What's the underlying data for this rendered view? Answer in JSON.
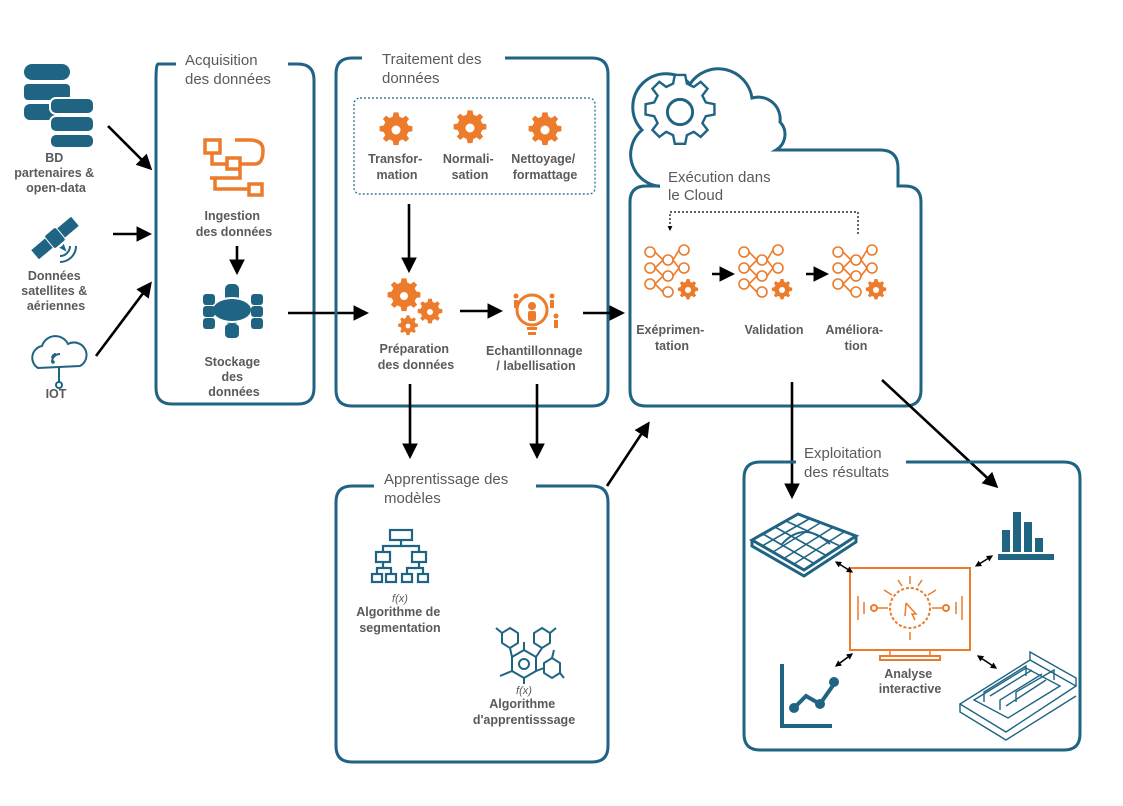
{
  "sources": {
    "bd": [
      "BD",
      "partenaires &",
      "open-data"
    ],
    "sat": [
      "Données",
      "satellites &",
      "aériennes"
    ],
    "iot": [
      "IOT"
    ]
  },
  "acquisition": {
    "title": [
      "Acquisition",
      "des données"
    ],
    "ingestion": [
      "Ingestion",
      "des données"
    ],
    "stockage": [
      "Stockage",
      "des",
      "données"
    ]
  },
  "traitement": {
    "title": [
      "Traitement des",
      "données"
    ],
    "transformation": [
      "Transfor-",
      "mation"
    ],
    "normalisation": [
      "Normali-",
      "sation"
    ],
    "nettoyage": [
      "Nettoyage/",
      "formattage"
    ],
    "preparation": [
      "Préparation",
      "des données"
    ],
    "echantillonnage": [
      "Echantillonnage",
      "/ labellisation"
    ]
  },
  "cloud": {
    "title": [
      "Exécution dans",
      "le Cloud"
    ],
    "experimentation": [
      "Exéprimen-",
      "tation"
    ],
    "validation": [
      "Validation"
    ],
    "amelioration": [
      "Améliora-",
      "tion"
    ]
  },
  "apprentissage": {
    "title": [
      "Apprentissage des",
      "modèles"
    ],
    "fx1": "f(x)",
    "segmentation": [
      "Algorithme de",
      "segmentation"
    ],
    "fx2": "f(x)",
    "algo_app": [
      "Algorithme",
      "d'apprentisssage"
    ]
  },
  "exploitation": {
    "title": [
      "Exploitation",
      "des résultats"
    ],
    "analyse": [
      "Analyse",
      "interactive"
    ]
  },
  "colors": {
    "teal": "#1f6483",
    "orange": "#ec7b2b",
    "text": "#5a5a5a"
  },
  "icons": [
    "database-icon",
    "satellite-icon",
    "iot-cloud-icon",
    "flow-icon",
    "storage-icon",
    "gear-icon",
    "gears-icon",
    "people-bulb-icon",
    "neural-network-icon",
    "hierarchy-icon",
    "molecule-icon",
    "mesh-surface-icon",
    "bar-chart-icon",
    "line-chart-icon",
    "dashboard-monitor-icon",
    "building-3d-icon"
  ]
}
